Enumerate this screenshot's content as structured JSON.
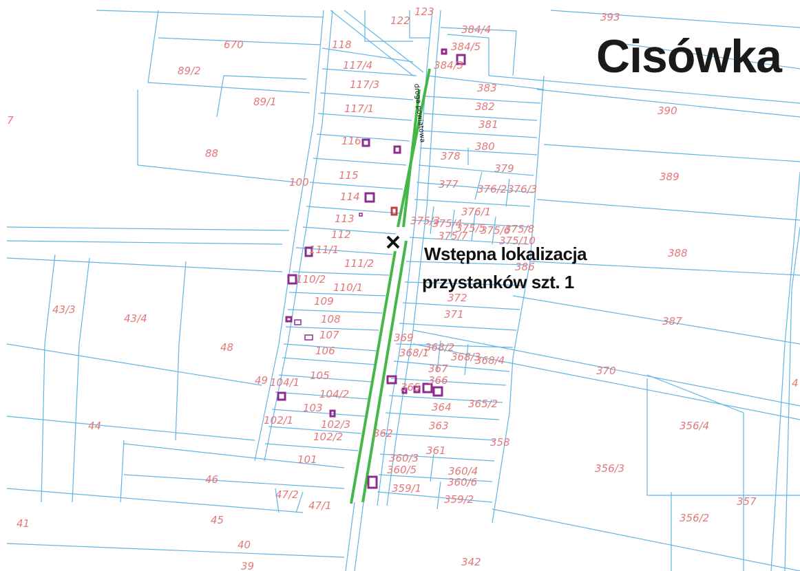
{
  "map": {
    "title": "Cisówka",
    "road_label": "droga powiatowa",
    "stop_note": {
      "line1": "Wstępna lokalizacja",
      "line2": "przystanków szt. 1"
    },
    "colors": {
      "parcel_lines": "#62b4e6",
      "parcel_labels": "#e2787a",
      "buildings": "#8e2b8e",
      "road": "#45b748",
      "stop_marker": "#111111"
    },
    "stop_marker_icon": "x-mark-icon",
    "parcels": [
      "393",
      "670",
      "89/2",
      "89/1",
      "88",
      "7",
      "122",
      "123",
      "118",
      "117/4",
      "117/3",
      "117/1",
      "116",
      "115",
      "114",
      "113",
      "112",
      "111/1",
      "111/2",
      "110/2",
      "110/1",
      "109",
      "108",
      "107",
      "106",
      "105",
      "104/1",
      "104/2",
      "103",
      "102/3",
      "102/1",
      "102/2",
      "101",
      "100",
      "384/4",
      "384/5",
      "384/3",
      "383",
      "382",
      "381",
      "380",
      "378",
      "379",
      "377",
      "376/2",
      "376/3",
      "376/1",
      "375/3",
      "375/4",
      "375/5",
      "375/6",
      "375/7",
      "375/8",
      "375/10",
      "390",
      "389",
      "388",
      "387",
      "386",
      "372",
      "371",
      "370",
      "369",
      "368/1",
      "368/2",
      "368/3",
      "368/4",
      "367",
      "366",
      "365",
      "365/2",
      "364",
      "363",
      "362",
      "361",
      "360/3",
      "360/5",
      "360/4",
      "360/6",
      "359/1",
      "359/2",
      "358",
      "357",
      "356/4",
      "356/3",
      "356/2",
      "342",
      "43/3",
      "43/4",
      "48",
      "49",
      "44",
      "46",
      "47/2",
      "47/1",
      "45",
      "41",
      "40",
      "39",
      "4"
    ]
  }
}
